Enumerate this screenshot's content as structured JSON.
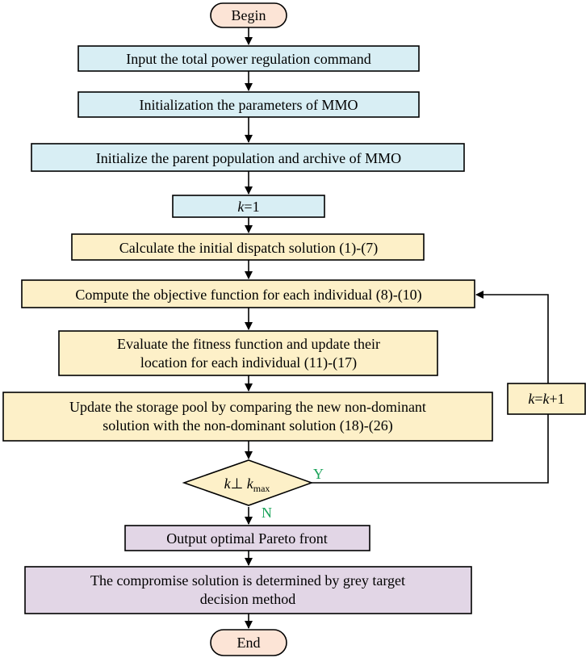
{
  "nodes": {
    "begin": "Begin",
    "input_command": "Input the total power regulation command",
    "init_params": "Initialization the parameters of MMO",
    "init_population": "Initialize the parent population and archive of MMO",
    "k_init": {
      "var": "k",
      "rest": "=1"
    },
    "calc_dispatch": "Calculate the initial dispatch solution (1)-(7)",
    "compute_objective": "Compute the objective function for each individual (8)-(10)",
    "evaluate_fitness": [
      "Evaluate the fitness function and update their",
      "location for each individual (11)-(17)"
    ],
    "update_pool": [
      "Update the storage pool by comparing the new non-dominant",
      "solution with the non-dominant solution (18)-(26)"
    ],
    "decision": {
      "var": "k",
      "op": "⊥",
      "var2": "k",
      "sub": "max"
    },
    "k_increment": {
      "var": "k",
      "eq": "=",
      "var2": "k",
      "rest": "+1"
    },
    "output_pareto": "Output optimal Pareto front",
    "compromise": [
      "The compromise solution is determined by grey target",
      "decision method"
    ],
    "end": "End"
  },
  "edge_labels": {
    "yes": "Y",
    "no": "N"
  },
  "colors": {
    "terminal_fill": "#fce4d6",
    "cyan_fill": "#d8eef4",
    "yellow_fill": "#fdf0c8",
    "purple_fill": "#e2d6e6",
    "stroke": "#000000",
    "label_green": "#1aa35a"
  }
}
